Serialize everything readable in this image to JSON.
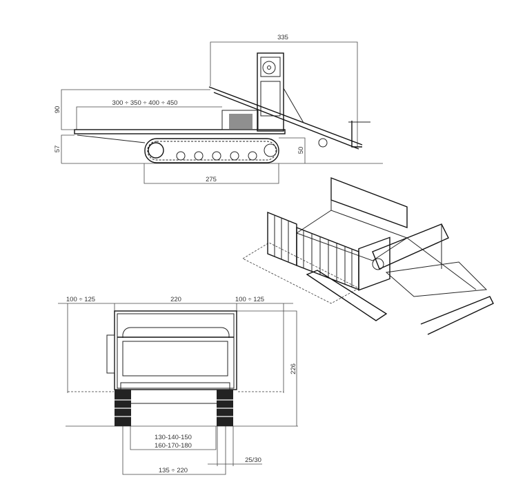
{
  "side_view": {
    "overall_length": "335",
    "load_height": "90",
    "bed_length": "300 ÷ 350 ÷ 400 ÷ 450",
    "bed_height": "57",
    "track_length": "275",
    "track_height": "50"
  },
  "front_view": {
    "left_extension": "100 ÷ 125",
    "width": "220",
    "right_extension": "100 ÷ 125",
    "height": "226",
    "inner_width_1": "130-140-150",
    "inner_width_2": "160-170-180",
    "track_width": "25/30",
    "track_gauge": "135 ÷ 220"
  }
}
